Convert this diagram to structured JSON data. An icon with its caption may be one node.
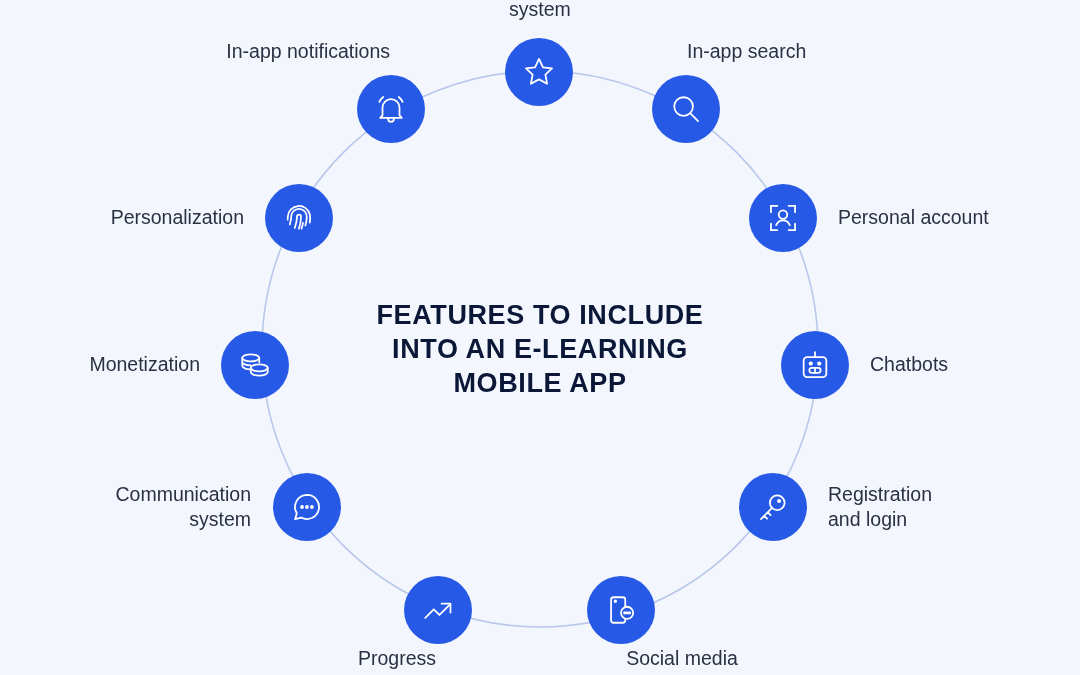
{
  "diagram": {
    "title": "FEATURES TO INCLUDE INTO AN E-LEARNING MOBILE APP",
    "nodes": [
      {
        "text": [
          "system"
        ]
      },
      {
        "text": [
          "In-app search"
        ]
      },
      {
        "text": [
          "Personal account"
        ]
      },
      {
        "text": [
          "Chatbots"
        ]
      },
      {
        "text": [
          "Registration and login"
        ]
      },
      {
        "text": [
          "Social media"
        ]
      },
      {
        "text": [
          "Progress"
        ]
      },
      {
        "text": [
          "Communication system"
        ]
      },
      {
        "text": [
          "Monetization"
        ]
      },
      {
        "text": [
          "Personalization"
        ]
      },
      {
        "text": [
          "In-app notifications"
        ]
      }
    ]
  }
}
